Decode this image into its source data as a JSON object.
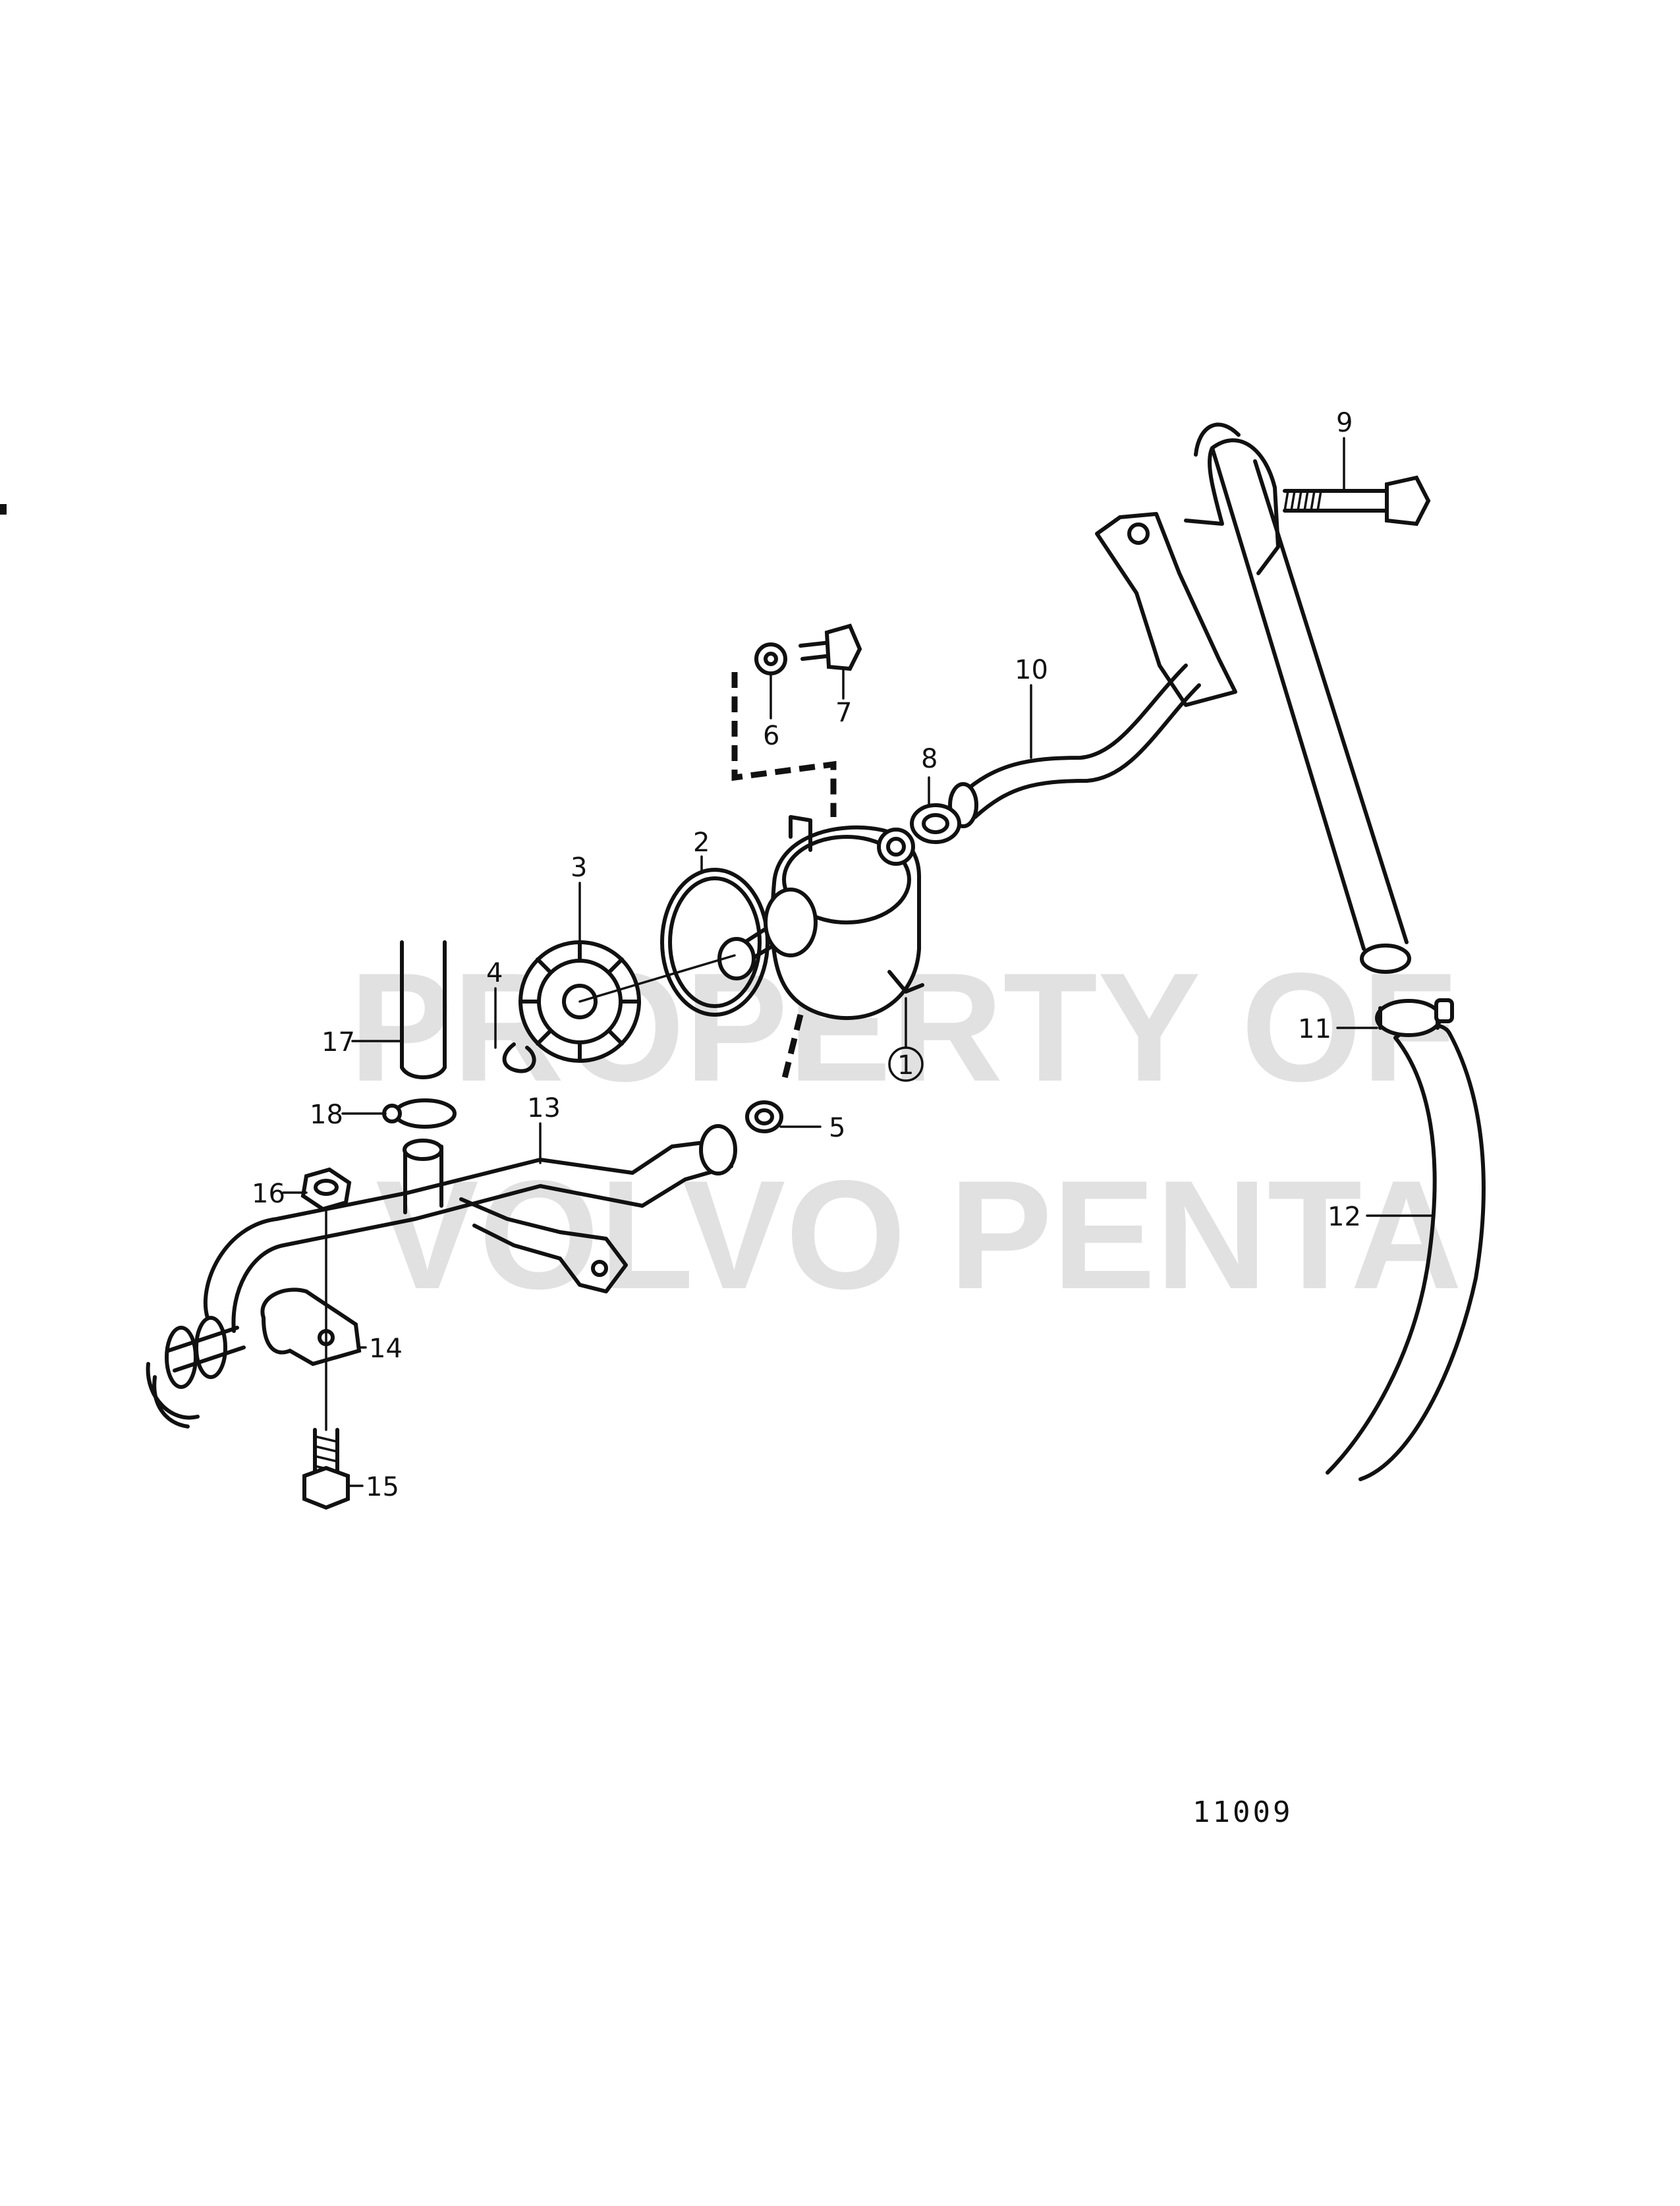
{
  "watermark": {
    "line1": "PROPERTY OF",
    "line2": "VOLVO PENTA"
  },
  "drawing_number": "11009",
  "callouts": {
    "c1": "1",
    "c2": "2",
    "c3": "3",
    "c4": "4",
    "c5": "5",
    "c6": "6",
    "c7": "7",
    "c8": "8",
    "c9": "9",
    "c10": "10",
    "c11": "11",
    "c12": "12",
    "c13": "13",
    "c14": "14",
    "c15": "15",
    "c16": "16",
    "c17": "17",
    "c18": "18"
  }
}
